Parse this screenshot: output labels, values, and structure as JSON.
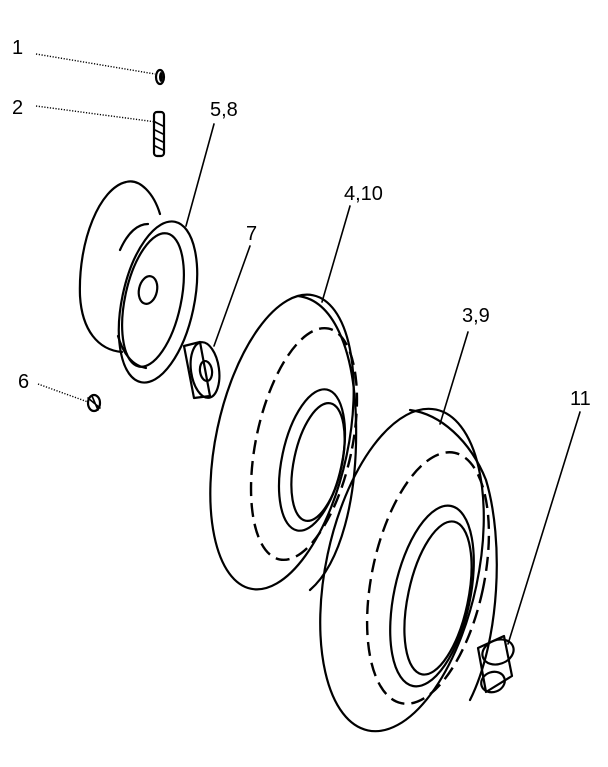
{
  "callouts": {
    "c1": "1",
    "c2": "2",
    "c58": "5,8",
    "c410": "4,10",
    "c7": "7",
    "c39": "3,9",
    "c6": "6",
    "c11": "11"
  },
  "colors": {
    "ink": "#000000",
    "background": "#ffffff"
  }
}
